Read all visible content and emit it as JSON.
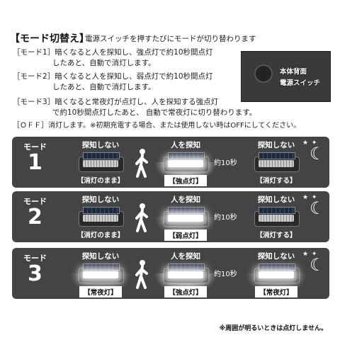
{
  "header": {
    "title": "【モード切替え】",
    "desc": "電源スイッチを押すたびにモードが切り替わります"
  },
  "modes_text": [
    {
      "tag": "［モード1］",
      "l1": "暗くなると人を探知し、強点灯で約10秒間点灯",
      "l2": "したあと、自動で消灯します。"
    },
    {
      "tag": "［モード2］",
      "l1": "暗くなると人を探知し、弱点灯で約10秒間点灯",
      "l2": "したあと、自動で消灯します。"
    },
    {
      "tag": "［モード3］",
      "l1": "暗くなると常夜灯が点灯し、人を探知する強点灯",
      "l2": "で約10秒間点灯したあと、 自動で常夜灯に切り替わります。"
    },
    {
      "tag": "［ＯＦＦ］",
      "l1": "消灯します。※初期充電する場合、または使用しない時はOFFにしてください。",
      "l2": ""
    }
  ],
  "photo": {
    "label1": "本体背面",
    "label2": "電源スイッチ"
  },
  "panels": [
    {
      "mode_label": "モード",
      "mode_num": "1",
      "s1": "探知しない",
      "s2": "人を探知",
      "s3": "探知しない",
      "t1": "【消灯のまま】",
      "t2": "【強点灯】",
      "t3": "【消灯する】",
      "dur": "約10秒"
    },
    {
      "mode_label": "モード",
      "mode_num": "2",
      "s1": "探知しない",
      "s2": "人を探知",
      "s3": "探知しない",
      "t1": "【消灯のまま】",
      "t2": "【弱点灯】",
      "t3": "【消灯する】",
      "dur": "約10秒"
    },
    {
      "mode_label": "モード",
      "mode_num": "3",
      "s1": "探知しない",
      "s2": "人を探知",
      "s3": "探知しない",
      "t1": "【常夜灯】",
      "t2": "【強点灯】",
      "t3": "【常夜灯】",
      "dur": "約10秒"
    }
  ],
  "footnote": "※周囲が明るいときは点灯しません。"
}
